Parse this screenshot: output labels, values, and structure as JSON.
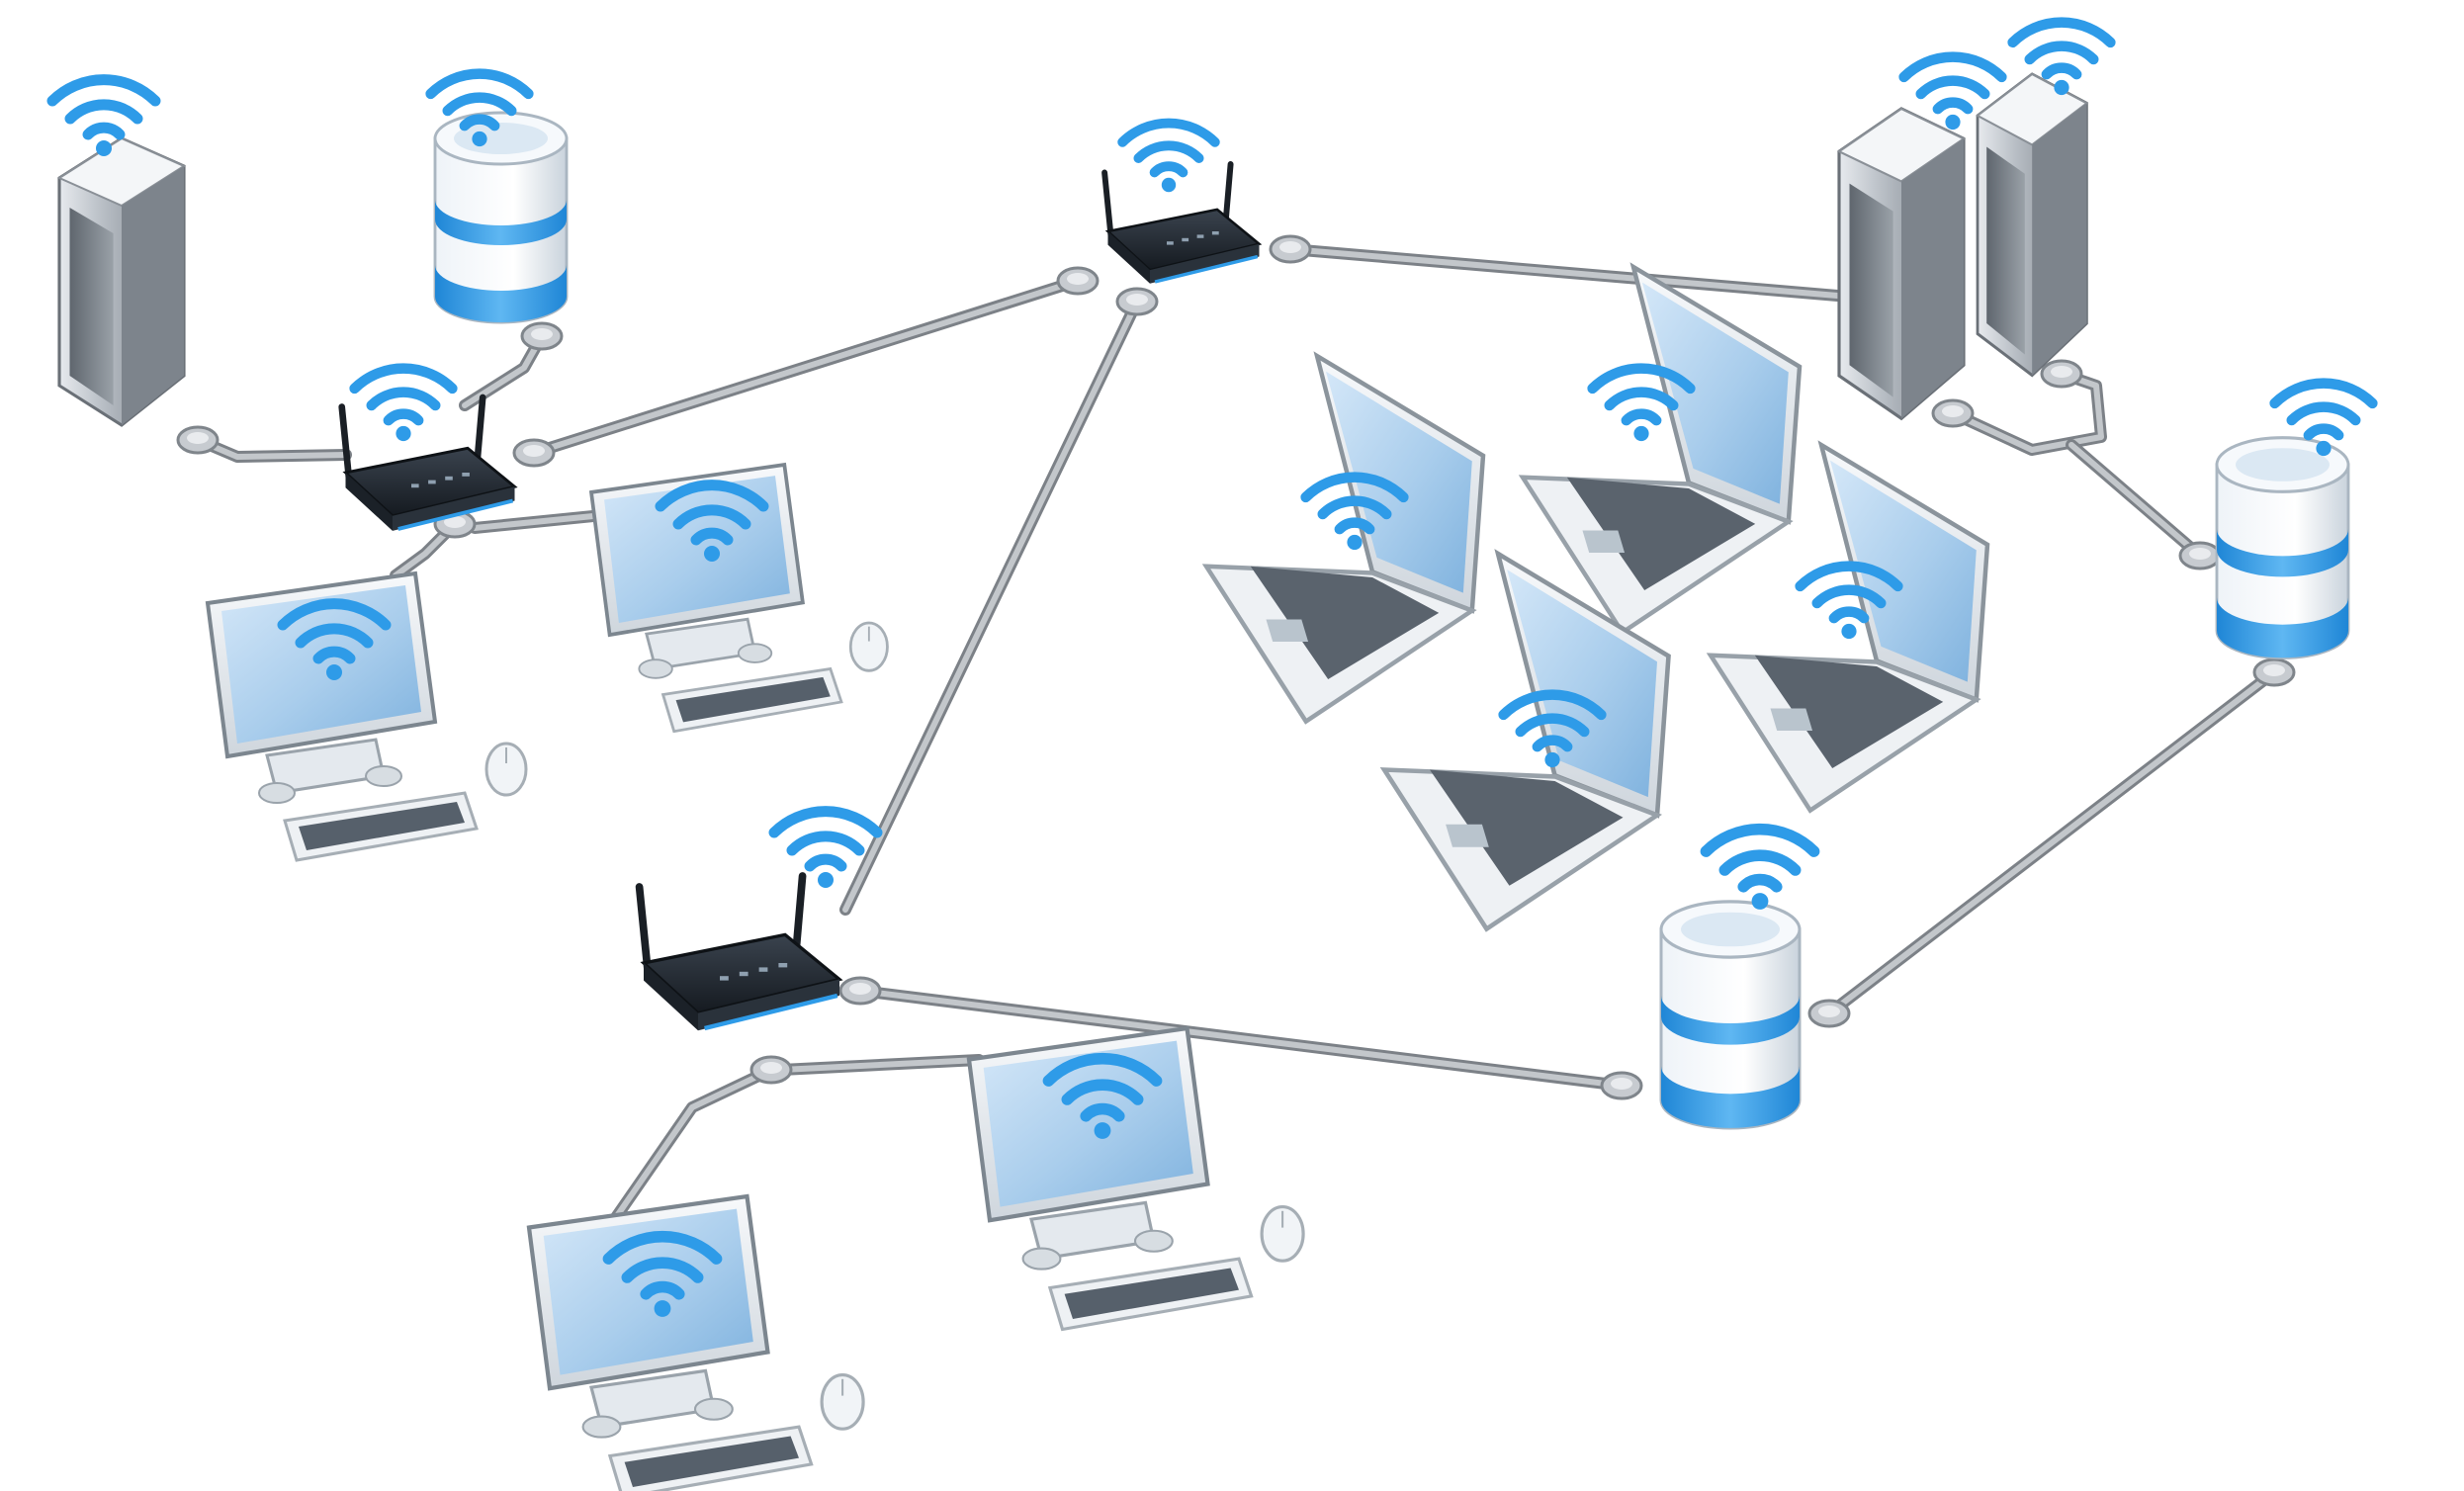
{
  "diagram": {
    "kind": "wireless-network-illustration",
    "colors": {
      "background": "#ffffff",
      "accent": "#2e9be8",
      "accent_light": "#7cc4f5",
      "cable": "#9a9ea3",
      "screen": "#a9cdec",
      "router_body": "#1f2630",
      "device_frame": "#e9edf1",
      "tower_body": "#8d949c",
      "keyboard_keys": "#56606b"
    },
    "icons": {
      "wifi": "wifi-icon",
      "router": "wireless-router-icon",
      "server": "server-tower-icon",
      "database": "database-cylinder-icon",
      "desktop": "desktop-computer-icon",
      "laptop": "laptop-icon",
      "mouse": "mouse-icon",
      "keyboard": "keyboard-icon"
    },
    "nodes": [
      {
        "id": "server-a",
        "type": "server"
      },
      {
        "id": "db-a",
        "type": "database"
      },
      {
        "id": "router-a",
        "type": "router"
      },
      {
        "id": "desktop-a",
        "type": "desktop"
      },
      {
        "id": "desktop-b",
        "type": "desktop"
      },
      {
        "id": "router-b",
        "type": "router"
      },
      {
        "id": "servers-c",
        "type": "server"
      },
      {
        "id": "laptop-1",
        "type": "laptop"
      },
      {
        "id": "laptop-2",
        "type": "laptop"
      },
      {
        "id": "laptop-3",
        "type": "laptop"
      },
      {
        "id": "laptop-4",
        "type": "laptop"
      },
      {
        "id": "db-c",
        "type": "database"
      },
      {
        "id": "router-d",
        "type": "router"
      },
      {
        "id": "db-d",
        "type": "database"
      },
      {
        "id": "desktop-c",
        "type": "desktop"
      },
      {
        "id": "desktop-d",
        "type": "desktop"
      }
    ],
    "links": [
      {
        "from": "server-a",
        "to": "router-a"
      },
      {
        "from": "db-a",
        "to": "router-a"
      },
      {
        "from": "router-a",
        "to": "desktop-a"
      },
      {
        "from": "router-a",
        "to": "desktop-b"
      },
      {
        "from": "router-a",
        "to": "router-b"
      },
      {
        "from": "router-b",
        "to": "router-d"
      },
      {
        "from": "router-b",
        "to": "servers-c"
      },
      {
        "from": "servers-c",
        "to": "db-c"
      },
      {
        "from": "db-c",
        "to": "db-d"
      },
      {
        "from": "router-d",
        "to": "db-d"
      },
      {
        "from": "router-d",
        "to": "desktop-c"
      },
      {
        "from": "router-d",
        "to": "desktop-d"
      }
    ]
  }
}
